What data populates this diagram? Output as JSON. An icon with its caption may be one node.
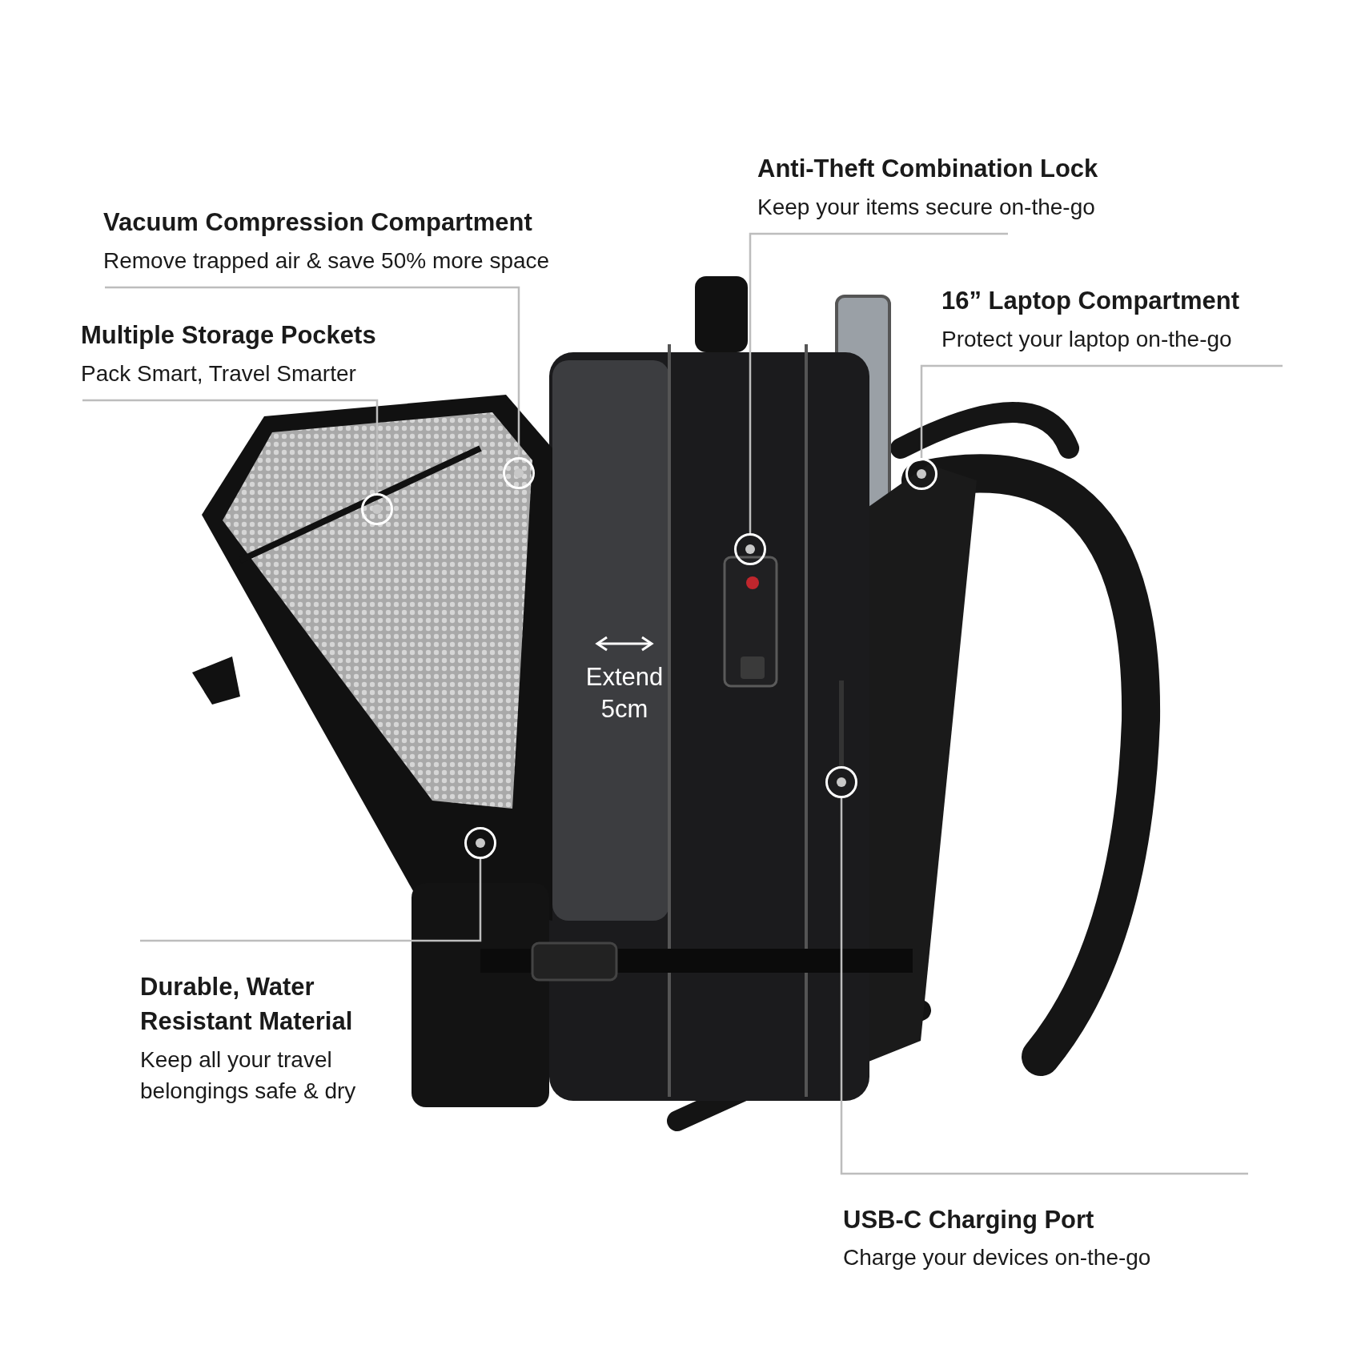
{
  "diagram": {
    "nodes": [
      {
        "text": [
          "Anti-Theft Combination Lock",
          "Keep your items secure on-the-go"
        ]
      },
      {
        "text": [
          "Vacuum Compression Compartment",
          "Remove trapped air & save 50% more space"
        ]
      },
      {
        "text": [
          "16” Laptop Compartment",
          "Protect your laptop on-the-go"
        ]
      },
      {
        "text": [
          "Multiple Storage Pockets",
          "Pack Smart, Travel Smarter"
        ]
      },
      {
        "text": [
          "Durable, Water Resistant Material",
          "Keep all your travel belongings safe & dry"
        ]
      },
      {
        "text": [
          "USB-C Charging Port",
          "Charge your devices on-the-go"
        ]
      },
      {
        "text": [],
        "shape": "circle"
      },
      {
        "text": [],
        "shape": "circle"
      },
      {
        "text": [],
        "shape": "circle"
      },
      {
        "text": [],
        "shape": "circle"
      },
      {
        "text": [],
        "shape": "circle"
      },
      {
        "text": [],
        "shape": "circle"
      }
    ],
    "edges": [
      {
        "from": 0,
        "to": 9,
        "arrow": "none"
      },
      {
        "from": 1,
        "to": 6,
        "arrow": "none"
      },
      {
        "from": 2,
        "to": 7,
        "arrow": "none"
      },
      {
        "from": 3,
        "to": 8,
        "arrow": "none"
      },
      {
        "from": 4,
        "to": 11,
        "arrow": "none"
      },
      {
        "from": 5,
        "to": 10,
        "arrow": "none"
      }
    ],
    "labels": [
      "Extend 5cm"
    ]
  }
}
